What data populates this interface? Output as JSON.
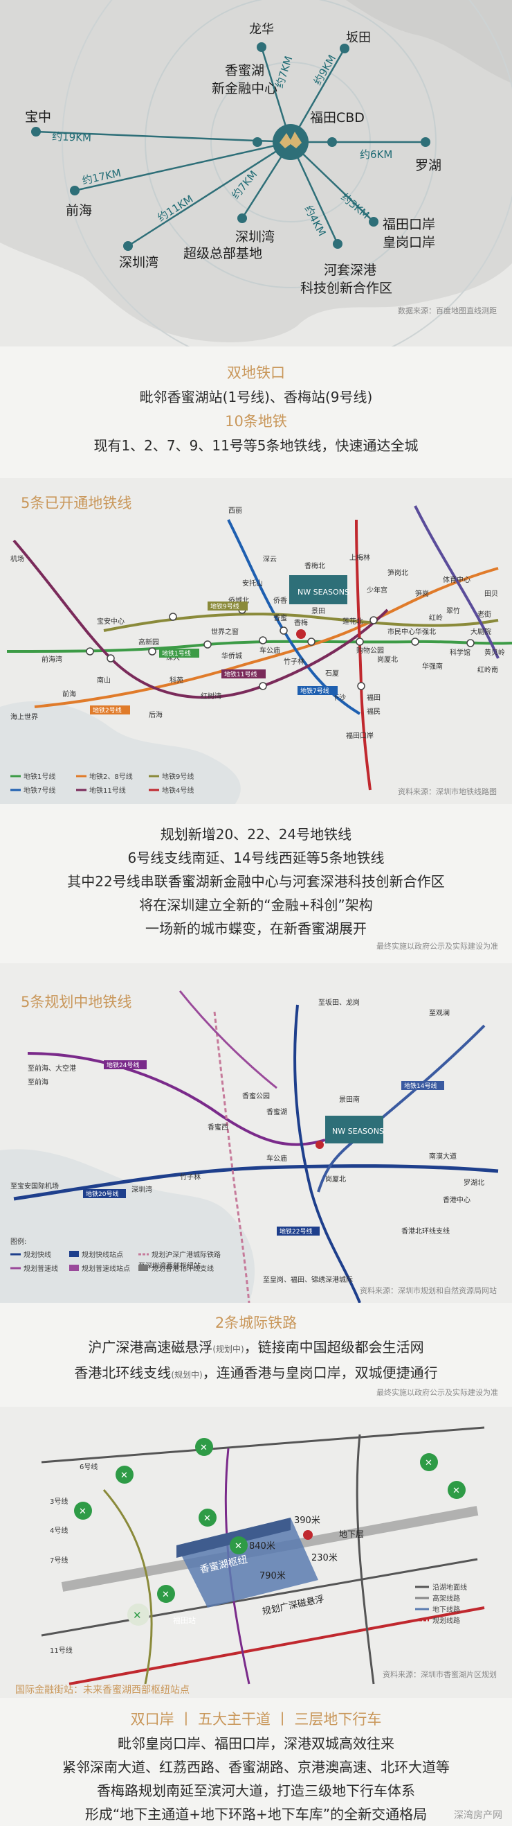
{
  "map1": {
    "places": {
      "longhua": "龙华",
      "bantian": "坂田",
      "xiangmihu": "香蜜湖",
      "xinjinrong": "新金融中心",
      "futian_cbd": "福田CBD",
      "baozhong": "宝中",
      "qianhai": "前海",
      "shenzhenwan": "深圳湾",
      "shenzhenwan2": "深圳湾",
      "chaoji": "超级总部基地",
      "luohu": "罗湖",
      "futian_port": "福田口岸",
      "huanggang_port": "皇岗口岸",
      "hetao": "河套深港",
      "hetao2": "科技创新合作区"
    },
    "distances": {
      "longhua": "约7KM",
      "bantian": "约9KM",
      "baozhong": "约19KM",
      "qianhai": "约17KM",
      "shenzhenwan": "约11KM",
      "chaoji": "约7KM",
      "futian_port": "约3KM",
      "hetao": "约4KM",
      "luohu": "约6KM"
    },
    "source": "数据来源：百度地图直线测距"
  },
  "text1": {
    "h1": "双地铁口",
    "l1": "毗邻香蜜湖站(1号线)、香梅站(9号线)",
    "h2": "10条地铁",
    "l2": "现有1、2、7、9、11号等5条地铁线，快速通达全城"
  },
  "map2": {
    "title": "5条已开通地铁线",
    "brand": "NW SEASONS",
    "stations": [
      "机场",
      "宝安中心",
      "前海湾",
      "南山",
      "前海",
      "海上世界",
      "车公庙",
      "香蜜",
      "香梅",
      "深大",
      "侨城北",
      "华侨城",
      "世界之窗",
      "红树湾",
      "后海",
      "科苑",
      "购物公园",
      "福田",
      "福民",
      "景田",
      "西丽",
      "少年宫",
      "市民中心",
      "华强北",
      "体育中心",
      "大剧院",
      "科学馆",
      "华强南",
      "红岭南",
      "香梅北",
      "深云",
      "安托山",
      "侨香",
      "高新园",
      "莲花北",
      "岗厦北",
      "石厦",
      "下沙",
      "上梅林",
      "翠竹",
      "笋岗",
      "竹子林",
      "红岭",
      "老街",
      "田贝",
      "黄贝岭",
      "福田口岸",
      "笋岗北"
    ],
    "lines": [
      "地铁1号线",
      "地铁2号线",
      "地铁7号线",
      "地铁9号线",
      "地铁11号线"
    ],
    "legend": [
      "地铁1号线",
      "地铁2、8号线",
      "地铁9号线",
      "地铁7号线",
      "地铁11号线",
      "地铁4号线"
    ],
    "source": "资料来源：深圳市地铁线路图"
  },
  "text2": {
    "l1": "规划新增20、22、24号地铁线",
    "l2": "6号线支线南延、14号线西延等5条地铁线",
    "l3": "其中22号线串联香蜜湖新金融中心与河套深港科技创新合作区",
    "l4": "将在深圳建立全新的“金融+科创”架构",
    "l5": "一场新的城市蝶变，在新香蜜湖展开",
    "note": "最终实施以政府公示及实际建设为准"
  },
  "map3": {
    "title": "5条规划中地铁线",
    "brand": "NW SEASONS",
    "stations": [
      "至坂田、龙岗",
      "至观澜",
      "至前海、大空港",
      "至前海",
      "香蜜公园",
      "香蜜湖",
      "香蜜西",
      "景田南",
      "车公庙",
      "竹子林",
      "深圳湾",
      "至宝安国际机场",
      "岗厦北",
      "南漠大道",
      "香港中心",
      "罗湖北",
      "香港北环线支线",
      "至皇岗、福田、锦绣深港城际",
      "至深圳湾西部枢纽站"
    ],
    "lines": [
      "地铁24号线",
      "地铁20号线",
      "地铁22号线",
      "地铁14号线"
    ],
    "legend_title": "图例:",
    "legend": [
      "规划快线",
      "规划快线站点",
      "规划沪深广港城际铁路",
      "规划普速线",
      "规划普速线站点",
      "规划香港北环线支线"
    ],
    "source": "资料来源：深圳市规划和自然资源局网站"
  },
  "text3": {
    "h1": "2条城际铁路",
    "l1": "沪广深港高速磁悬浮",
    "l1_sub": "(规划中)",
    "l1_tail": "，链接南中国超级都会生活网",
    "l2": "香港北环线支线",
    "l2_sub": "(规划中)",
    "l2_tail": "，连通香港与皇岗口岸，双城便捷通行",
    "note": "最终实施以政府公示及实际建设为准"
  },
  "map4": {
    "labels": {
      "l840": "840米",
      "l390": "390米",
      "l230": "230米",
      "l790": "790米",
      "underground": "地下层",
      "hub": "香蜜湖枢纽",
      "maglev": "规划广深磁悬浮",
      "futian": "福田站",
      "line3": "3号线",
      "line4": "4号线",
      "line7": "7号线",
      "line11": "11号线",
      "line6": "6号线"
    },
    "legend": [
      "沿湖地面线",
      "高架线路",
      "地下线路",
      "规划线路"
    ],
    "source": "资料来源：深圳市香蜜湖片区规划",
    "caption": "国际金融街站：未来香蜜湖西部枢纽站点"
  },
  "text4": {
    "h1": "双口岸 丨 五大主干道 丨 三层地下行车",
    "l1": "毗邻皇岗口岸、福田口岸，深港双城高效往来",
    "l2": "紧邻深南大道、红荔西路、香蜜湖路、京港澳高速、北环大道等",
    "l3": "香梅路规划南延至滨河大道，打造三级地下行车体系",
    "l4": "形成“地下主通道+地下环路+地下车库”的全新交通格局",
    "watermark": "深湾房产网"
  },
  "colors": {
    "accent": "#c9975a",
    "teal": "#2e6f78",
    "line1": "#3c9b46",
    "line2": "#e07b2a",
    "line7": "#1e5fb0",
    "line9": "#8a8a3a",
    "line11": "#7a2a5a",
    "line4": "#c0282e"
  }
}
